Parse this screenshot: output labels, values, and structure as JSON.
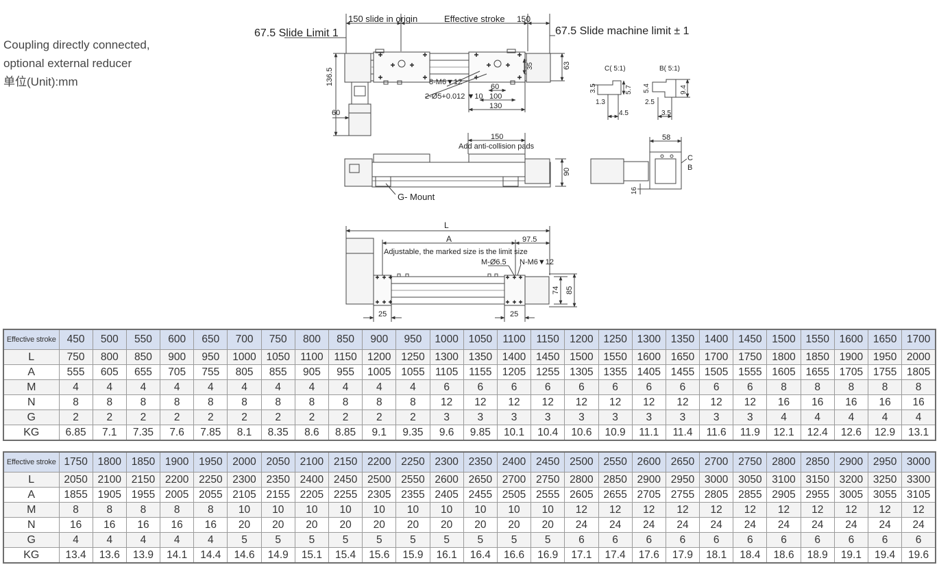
{
  "intro": {
    "line1": "Coupling directly connected,",
    "line2": "optional external reducer",
    "line3": "单位(Unit):mm"
  },
  "drawing": {
    "top_labels": {
      "slide_in_origin": "150 slide in origin",
      "effective_stroke": "Effective stroke",
      "right_150": "150",
      "slide_limit": "67.5 Slide Limit 1",
      "slide_machine_limit": "67.5 Slide machine limit ± 1"
    },
    "top_view_dims": {
      "d136_5": "136.5",
      "d60_left": "60",
      "d63": "63",
      "d35": "35",
      "thread": "8-M6▼12",
      "pin_hole": "2-Ø5+0.012 ▼10",
      "d60": "60",
      "d100": "100",
      "d130": "130"
    },
    "detail_c": {
      "title": "C( 5:1)",
      "d3_5": "3.5",
      "d5_7": "5.7",
      "d1_3": "1.3",
      "d4_5": "4.5"
    },
    "detail_b": {
      "title": "B( 5:1)",
      "d5_4": "5.4",
      "d9_4": "9.4",
      "d2_5": "2.5",
      "d3_5": "3.5"
    },
    "side_view": {
      "d150": "150",
      "pads": "Add anti-collision pads",
      "d90": "90",
      "mount": "G-  Mount"
    },
    "end_view": {
      "d58": "58",
      "c": "C",
      "b": "B",
      "d16": "16"
    },
    "bottom_view": {
      "l": "L",
      "a": "A",
      "d97_5": "97.5",
      "adjustable": "Adjustable, the marked size is the limit size",
      "m_hole": "M-Ø6.5",
      "n_thread": "N-M6▼12",
      "d74": "74",
      "d85": "85",
      "d25_left": "25",
      "d25_right": "25"
    }
  },
  "table_label_header": "Effective stroke",
  "tables": [
    {
      "strokes": [
        "450",
        "500",
        "550",
        "600",
        "650",
        "700",
        "750",
        "800",
        "850",
        "900",
        "950",
        "1000",
        "1050",
        "1100",
        "1150",
        "1200",
        "1250",
        "1300",
        "1350",
        "1400",
        "1450",
        "1500",
        "1550",
        "1600",
        "1650",
        "1700"
      ],
      "rows": [
        {
          "label": "L",
          "values": [
            "750",
            "800",
            "850",
            "900",
            "950",
            "1000",
            "1050",
            "1100",
            "1150",
            "1200",
            "1250",
            "1300",
            "1350",
            "1400",
            "1450",
            "1500",
            "1550",
            "1600",
            "1650",
            "1700",
            "1750",
            "1800",
            "1850",
            "1900",
            "1950",
            "2000"
          ]
        },
        {
          "label": "A",
          "values": [
            "555",
            "605",
            "655",
            "705",
            "755",
            "805",
            "855",
            "905",
            "955",
            "1005",
            "1055",
            "1105",
            "1155",
            "1205",
            "1255",
            "1305",
            "1355",
            "1405",
            "1455",
            "1505",
            "1555",
            "1605",
            "1655",
            "1705",
            "1755",
            "1805"
          ]
        },
        {
          "label": "M",
          "values": [
            "4",
            "4",
            "4",
            "4",
            "4",
            "4",
            "4",
            "4",
            "4",
            "4",
            "4",
            "6",
            "6",
            "6",
            "6",
            "6",
            "6",
            "6",
            "6",
            "6",
            "6",
            "8",
            "8",
            "8",
            "8",
            "8"
          ]
        },
        {
          "label": "N",
          "values": [
            "8",
            "8",
            "8",
            "8",
            "8",
            "8",
            "8",
            "8",
            "8",
            "8",
            "8",
            "12",
            "12",
            "12",
            "12",
            "12",
            "12",
            "12",
            "12",
            "12",
            "12",
            "16",
            "16",
            "16",
            "16",
            "16"
          ]
        },
        {
          "label": "G",
          "values": [
            "2",
            "2",
            "2",
            "2",
            "2",
            "2",
            "2",
            "2",
            "2",
            "2",
            "2",
            "3",
            "3",
            "3",
            "3",
            "3",
            "3",
            "3",
            "3",
            "3",
            "3",
            "4",
            "4",
            "4",
            "4",
            "4"
          ]
        },
        {
          "label": "KG",
          "values": [
            "6.85",
            "7.1",
            "7.35",
            "7.6",
            "7.85",
            "8.1",
            "8.35",
            "8.6",
            "8.85",
            "9.1",
            "9.35",
            "9.6",
            "9.85",
            "10.1",
            "10.4",
            "10.6",
            "10.9",
            "11.1",
            "11.4",
            "11.6",
            "11.9",
            "12.1",
            "12.4",
            "12.6",
            "12.9",
            "13.1"
          ]
        }
      ]
    },
    {
      "strokes": [
        "1750",
        "1800",
        "1850",
        "1900",
        "1950",
        "2000",
        "2050",
        "2100",
        "2150",
        "2200",
        "2250",
        "2300",
        "2350",
        "2400",
        "2450",
        "2500",
        "2550",
        "2600",
        "2650",
        "2700",
        "2750",
        "2800",
        "2850",
        "2900",
        "2950",
        "3000"
      ],
      "rows": [
        {
          "label": "L",
          "values": [
            "2050",
            "2100",
            "2150",
            "2200",
            "2250",
            "2300",
            "2350",
            "2400",
            "2450",
            "2500",
            "2550",
            "2600",
            "2650",
            "2700",
            "2750",
            "2800",
            "2850",
            "2900",
            "2950",
            "3000",
            "3050",
            "3100",
            "3150",
            "3200",
            "3250",
            "3300"
          ]
        },
        {
          "label": "A",
          "values": [
            "1855",
            "1905",
            "1955",
            "2005",
            "2055",
            "2105",
            "2155",
            "2205",
            "2255",
            "2305",
            "2355",
            "2405",
            "2455",
            "2505",
            "2555",
            "2605",
            "2655",
            "2705",
            "2755",
            "2805",
            "2855",
            "2905",
            "2955",
            "3005",
            "3055",
            "3105"
          ]
        },
        {
          "label": "M",
          "values": [
            "8",
            "8",
            "8",
            "8",
            "8",
            "10",
            "10",
            "10",
            "10",
            "10",
            "10",
            "10",
            "10",
            "10",
            "10",
            "12",
            "12",
            "12",
            "12",
            "12",
            "12",
            "12",
            "12",
            "12",
            "12",
            "12"
          ]
        },
        {
          "label": "N",
          "values": [
            "16",
            "16",
            "16",
            "16",
            "16",
            "20",
            "20",
            "20",
            "20",
            "20",
            "20",
            "20",
            "20",
            "20",
            "20",
            "24",
            "24",
            "24",
            "24",
            "24",
            "24",
            "24",
            "24",
            "24",
            "24",
            "24"
          ]
        },
        {
          "label": "G",
          "values": [
            "4",
            "4",
            "4",
            "4",
            "4",
            "5",
            "5",
            "5",
            "5",
            "5",
            "5",
            "5",
            "5",
            "5",
            "5",
            "6",
            "6",
            "6",
            "6",
            "6",
            "6",
            "6",
            "6",
            "6",
            "6",
            "6"
          ]
        },
        {
          "label": "KG",
          "values": [
            "13.4",
            "13.6",
            "13.9",
            "14.1",
            "14.4",
            "14.6",
            "14.9",
            "15.1",
            "15.4",
            "15.6",
            "15.9",
            "16.1",
            "16.4",
            "16.6",
            "16.9",
            "17.1",
            "17.4",
            "17.6",
            "17.9",
            "18.1",
            "18.4",
            "18.6",
            "18.9",
            "19.1",
            "19.4",
            "19.6"
          ]
        }
      ]
    }
  ]
}
